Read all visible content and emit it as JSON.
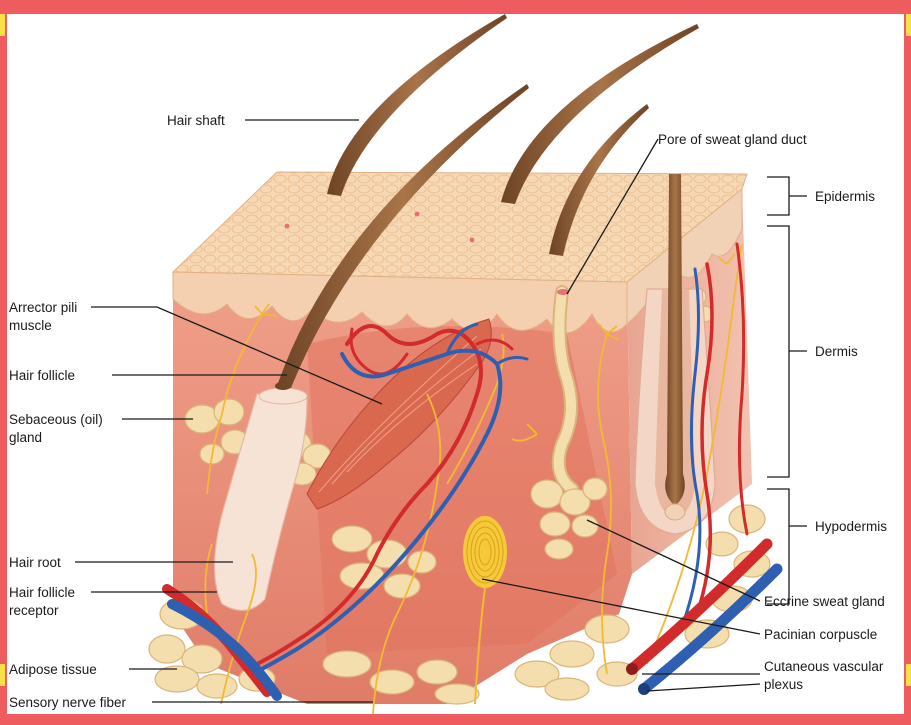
{
  "diagram": {
    "labels": {
      "hair_shaft": "Hair shaft",
      "pore": "Pore of sweat gland duct",
      "epidermis": "Epidermis",
      "dermis": "Dermis",
      "hypodermis": "Hypodermis",
      "arrector_line1": "Arrector pili",
      "arrector_line2": "muscle",
      "hair_follicle": "Hair follicle",
      "sebaceous_line1": "Sebaceous (oil)",
      "sebaceous_line2": "gland",
      "hair_root": "Hair root",
      "receptor_line1": "Hair follicle",
      "receptor_line2": "receptor",
      "adipose": "Adipose tissue",
      "sensory": "Sensory nerve fiber",
      "eccrine": "Eccrine sweat gland",
      "pacinian": "Pacinian corpuscle",
      "vascular_line1": "Cutaneous vascular",
      "vascular_line2": "plexus"
    },
    "colors": {
      "frame": "#ee5c60",
      "accent": "#f7e04a",
      "epidermis": "#f6d9b4",
      "dermis": "#e88672",
      "fat": "#f5deae",
      "hair": "#8a5a36",
      "artery": "#d22b2b",
      "vein": "#2f5fb0",
      "nerve": "#f2b935"
    }
  }
}
